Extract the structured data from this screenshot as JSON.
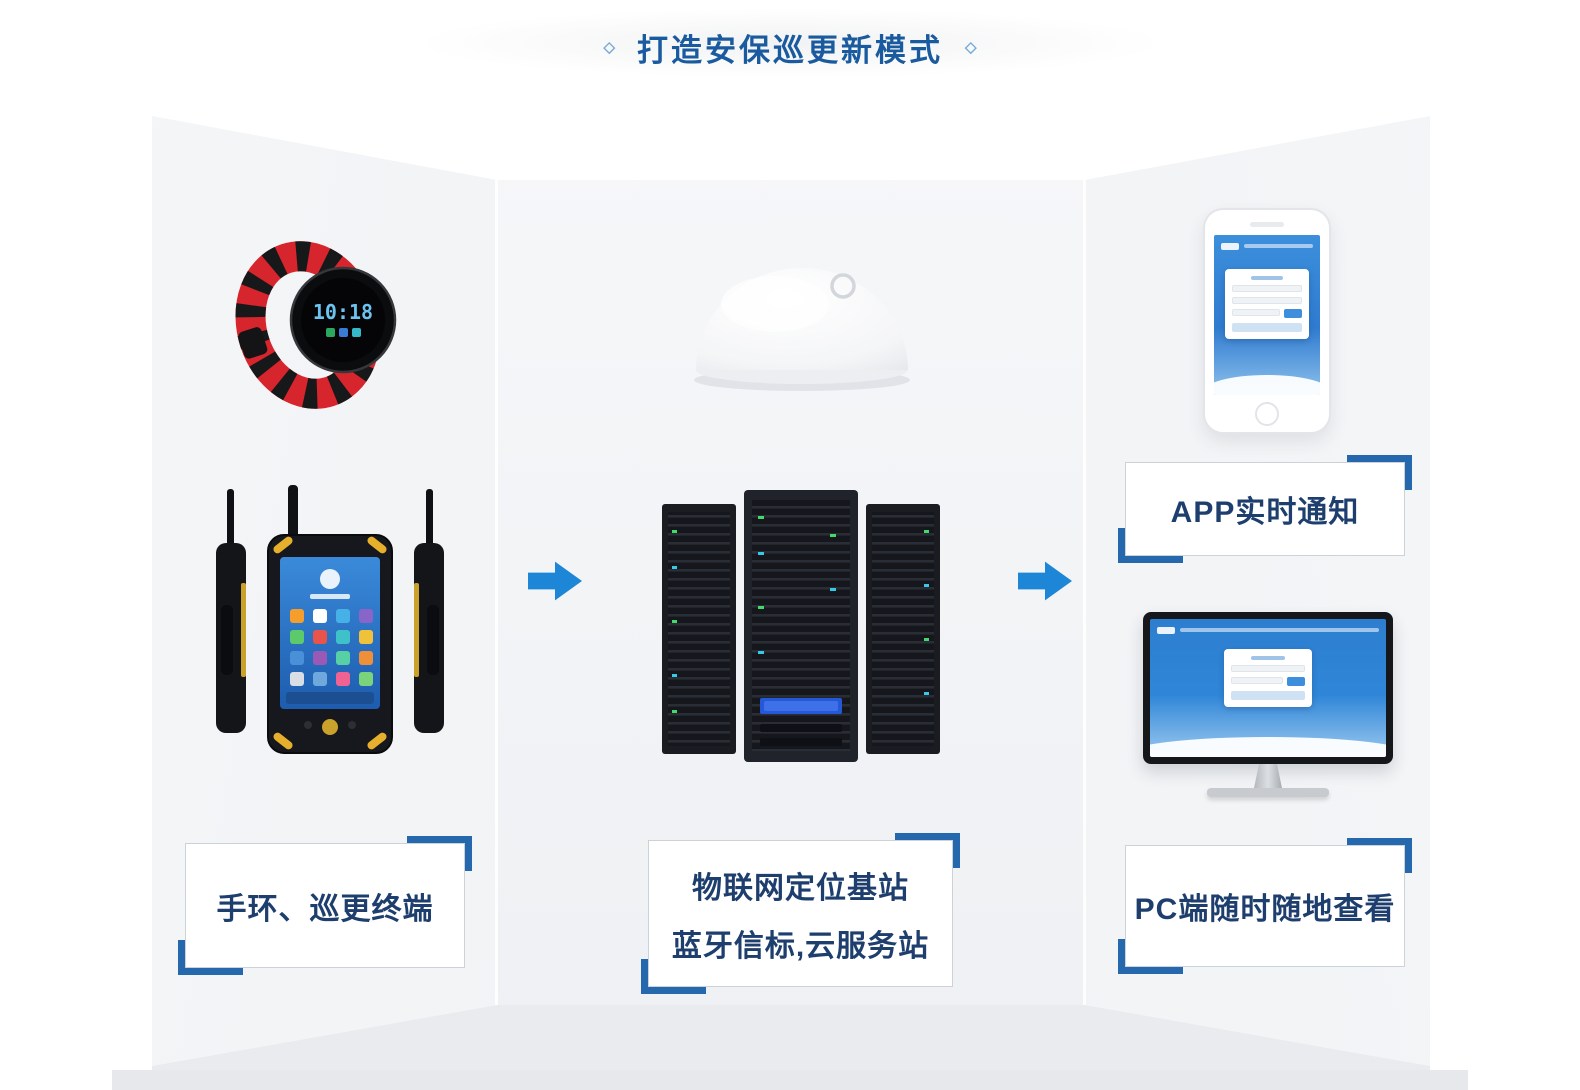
{
  "title": {
    "text": "打造安保巡更新模式",
    "left_decoration": "◇",
    "right_decoration": "◇"
  },
  "watch": {
    "time": "10:18"
  },
  "labels": {
    "terminals": "手环、巡更终端",
    "station_line1": "物联网定位基站",
    "station_line2": "蓝牙信标,云服务站",
    "app_notice": "APP实时通知",
    "pc_view": "PC端随时随地查看"
  },
  "colors": {
    "title_text": "#1a5a9e",
    "label_text": "#1e3f6e",
    "arrow_blue": "#1d86d6",
    "bracket_blue": "#2668ad",
    "screen_blue": "#2f86d8",
    "band_red": "#d6252c",
    "accent_yellow": "#e6b02c"
  }
}
